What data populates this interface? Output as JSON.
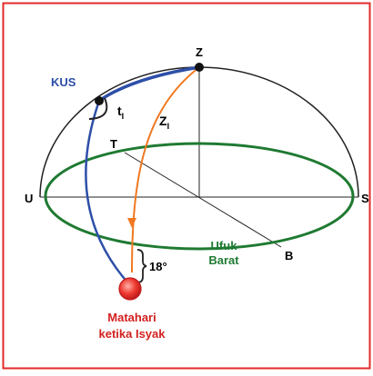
{
  "colors": {
    "frame": "#e32a2a",
    "horizon": "#1f7a32",
    "kus": "#2e4fa8",
    "zenith_arc": "#f07820",
    "sun": "#e02020",
    "sun_label": "#d42020",
    "outline": "#222222",
    "horizon_label": "#1f7a32",
    "kus_label": "#2e4fa8"
  },
  "labels": {
    "zenith": "Z",
    "north": "U",
    "south": "S",
    "east": "T",
    "west": "B",
    "kus": "KUS",
    "hour_angle_base": "t",
    "hour_angle_sub": "I",
    "zenith_distance_base": "Z",
    "zenith_distance_sub": "I",
    "horizon_line1": "Ufuk",
    "horizon_line2": "Barat",
    "depression": "18°",
    "sun_line1": "Matahari",
    "sun_line2": "ketika Isyak"
  }
}
